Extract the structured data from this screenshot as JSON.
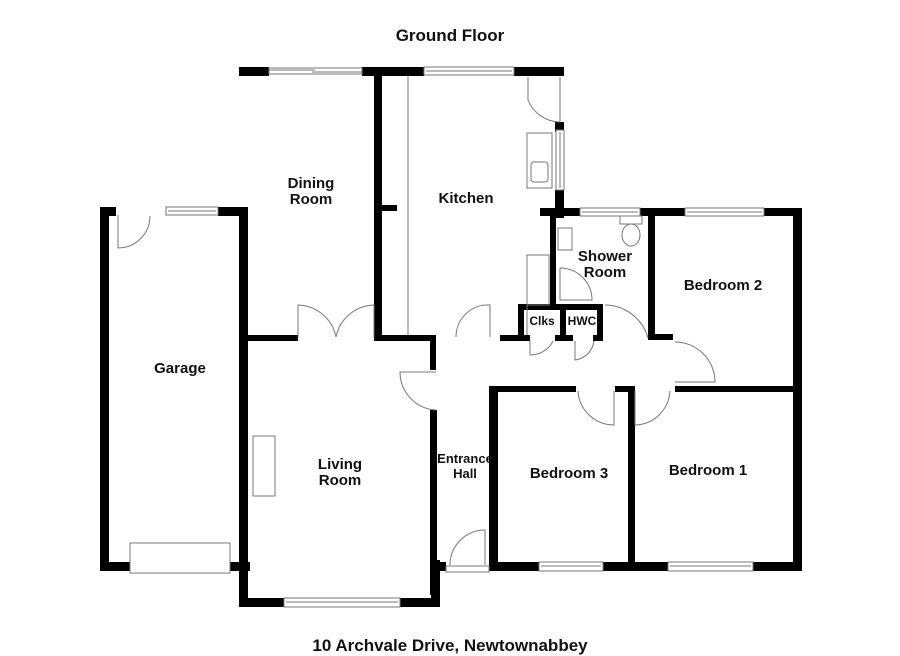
{
  "plan": {
    "floor_title": "Ground Floor",
    "address": "10 Archvale Drive, Newtownabbey"
  },
  "rooms": {
    "garage": {
      "line1": "Garage"
    },
    "dining": {
      "line1": "Dining",
      "line2": "Room"
    },
    "kitchen": {
      "line1": "Kitchen"
    },
    "shower": {
      "line1": "Shower",
      "line2": "Room"
    },
    "bedroom2": {
      "line1": "Bedroom 2"
    },
    "clks": {
      "line1": "Clks"
    },
    "hwc": {
      "line1": "HWC"
    },
    "living": {
      "line1": "Living",
      "line2": "Room"
    },
    "hall": {
      "line1": "Entrance",
      "line2": "Hall"
    },
    "bedroom3": {
      "line1": "Bedroom 3"
    },
    "bedroom1": {
      "line1": "Bedroom 1"
    }
  },
  "colors": {
    "wall": "#000000",
    "fixture_line": "#777777",
    "background": "#ffffff"
  }
}
